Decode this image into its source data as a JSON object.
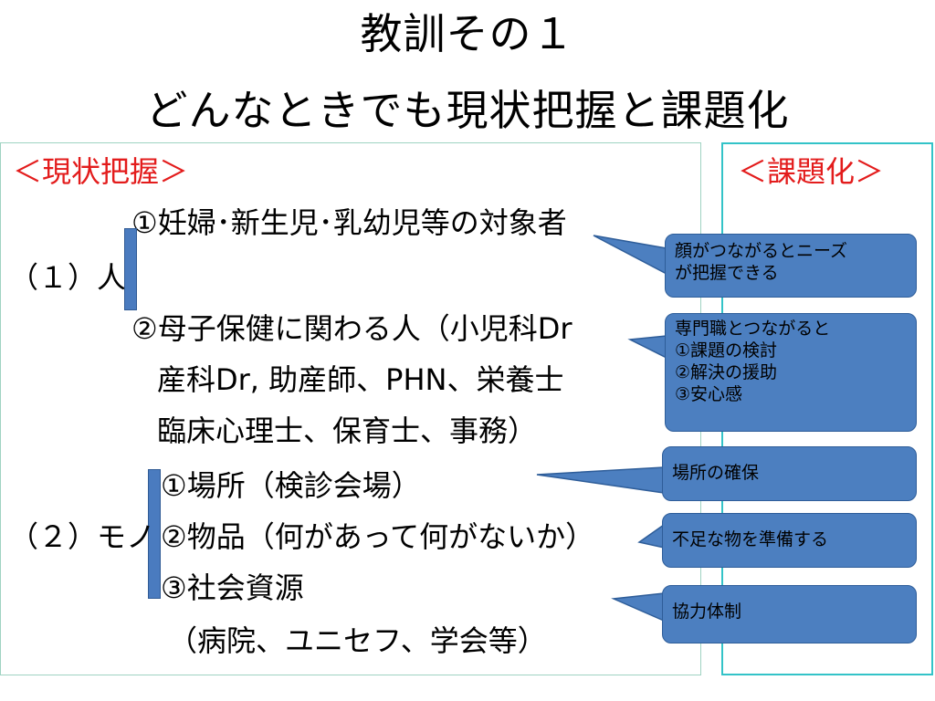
{
  "title": {
    "line1": "教訓その１",
    "line2": "どんなときでも現状把握と課題化"
  },
  "left": {
    "heading": "＜現状把握＞",
    "person": {
      "label": "（１）人",
      "item1": "①妊婦･新生児･乳幼児等の対象者",
      "item2_line1": "②母子保健に関わる人（小児科Dr",
      "item2_line2": "産科Dr, 助産師、PHN、栄養士",
      "item2_line3": "臨床心理士、保育士、事務）"
    },
    "things": {
      "label": "（２）モノ",
      "item1": "①場所（検診会場）",
      "item2": "②物品（何があって何がないか）",
      "item3": "③社会資源",
      "item3_note": "（病院、ユニセフ、学会等）"
    }
  },
  "right": {
    "heading": "＜課題化＞",
    "callout1": {
      "line1": "顔がつながるとニーズ",
      "line2": "が把握できる"
    },
    "callout2": {
      "line1": "専門職とつながると",
      "line2": "①課題の検討",
      "line3": "②解決の援助",
      "line4": "③安心感"
    },
    "callout3": "場所の確保",
    "callout4": "不足な物を準備する",
    "callout5": "協力体制"
  },
  "colors": {
    "heading_red": "#e31c1c",
    "callout_fill": "#4c7fc0",
    "bracket_fill": "#4a7bbf",
    "right_frame": "#33c3c8",
    "left_frame": "#9fd3c2"
  }
}
